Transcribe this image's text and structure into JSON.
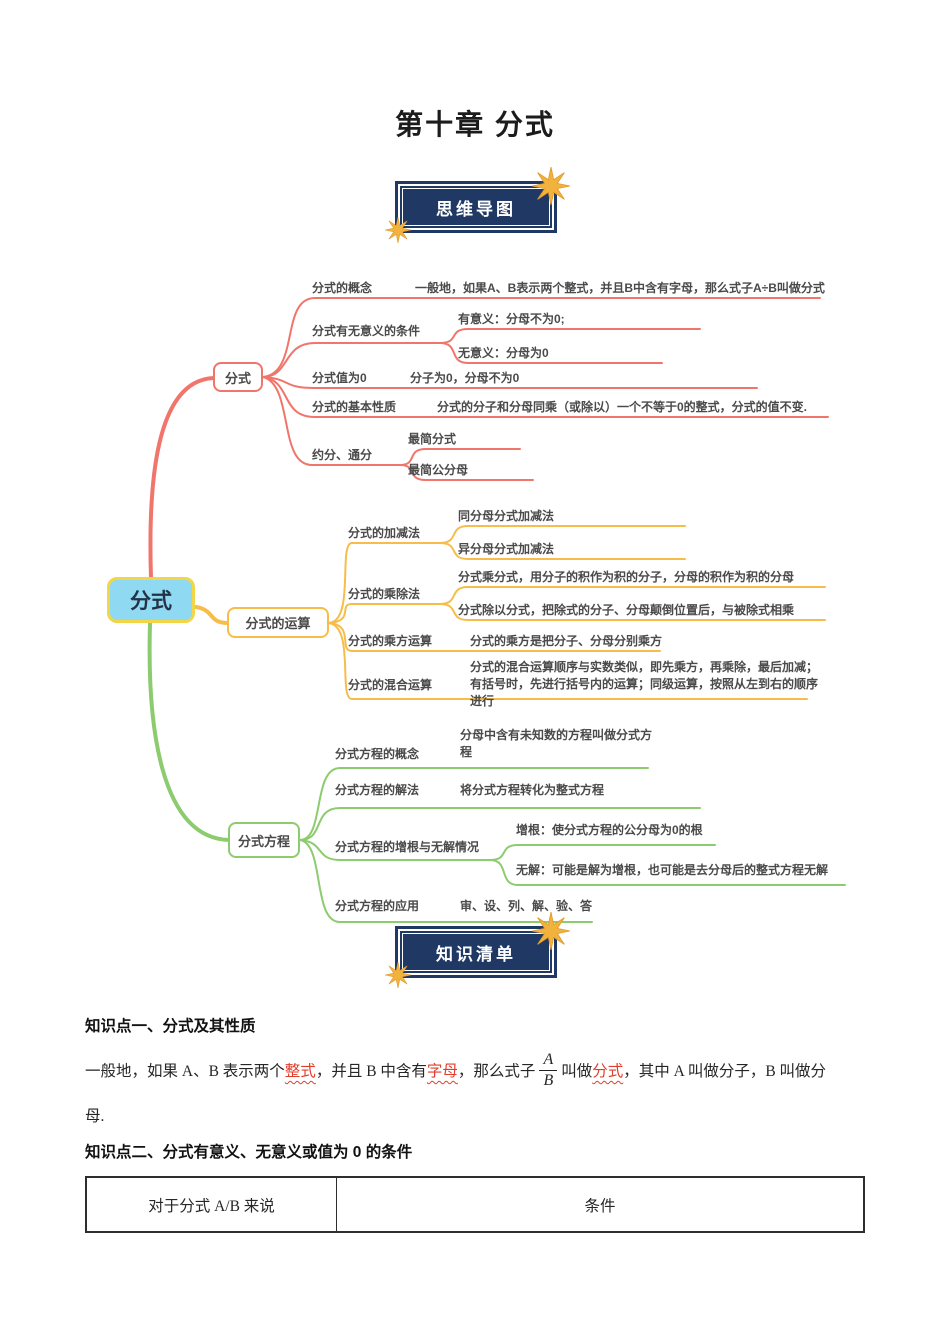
{
  "page": {
    "title": "第十章 分式"
  },
  "banners": {
    "mindmap": "思维导图",
    "knowledge": "知识清单"
  },
  "colors": {
    "navy": "#1F3864",
    "gold_star": "#F2B23E",
    "branch_red": "#F0756B",
    "branch_yellow": "#F6BD4B",
    "branch_green": "#8CCB6E",
    "center_fill": "#8FD9F2",
    "center_border": "#F2D648",
    "highlight_red": "#E03E2D"
  },
  "mindmap": {
    "center": "分式",
    "red": {
      "node": "分式",
      "concept_label": "分式的概念",
      "concept_desc": "一般地，如果A、B表示两个整式，并且B中含有字母，那么式子A÷B叫做分式",
      "meaning_label": "分式有无意义的条件",
      "meaning_valid": "有意义：分母不为0;",
      "meaning_invalid": "无意义：分母为0",
      "zero_label": "分式值为0",
      "zero_desc": "分子为0，分母不为0",
      "property_label": "分式的基本性质",
      "property_desc": "分式的分子和分母同乘（或除以）一个不等于0的整式，分式的值不变.",
      "reduce_label": "约分、通分",
      "simplest": "最简分式",
      "lcd": "最简公分母"
    },
    "yellow": {
      "node": "分式的运算",
      "addsub_label": "分式的加减法",
      "addsub_same": "同分母分式加减法",
      "addsub_diff": "异分母分式加减法",
      "muldiv_label": "分式的乘除法",
      "mul_desc": "分式乘分式，用分子的积作为积的分子，分母的积作为积的分母",
      "div_desc": "分式除以分式，把除式的分子、分母颠倒位置后，与被除式相乘",
      "power_label": "分式的乘方运算",
      "power_desc": "分式的乘方是把分子、分母分别乘方",
      "mixed_label": "分式的混合运算",
      "mixed_desc": "分式的混合运算顺序与实数类似，即先乘方，再乘除，最后加减；有括号时，先进行括号内的运算；同级运算，按照从左到右的顺序进行"
    },
    "green": {
      "node": "分式方程",
      "concept_label": "分式方程的概念",
      "concept_desc": "分母中含有未知数的方程叫做分式方程",
      "solve_label": "分式方程的解法",
      "solve_desc": "将分式方程转化为整式方程",
      "root_label": "分式方程的增根与无解情况",
      "extra_root": "增根：使分式方程的公分母为0的根",
      "no_solution": "无解：可能是解为增根，也可能是去分母后的整式方程无解",
      "apply_label": "分式方程的应用",
      "apply_desc": "审、设、列、解、验、答"
    }
  },
  "knowledge": {
    "kp1_title": "知识点一、分式及其性质",
    "para": {
      "seg1": "一般地，如果 A、B 表示两个",
      "term1": "整式",
      "seg2": "，并且 B 中含有",
      "term2": "字母",
      "seg3": "，那么式子",
      "frac_num": "A",
      "frac_den": "B",
      "seg4": "叫做",
      "term3": "分式",
      "seg5": "，其中 A 叫做分子，B 叫做分",
      "seg6": "母.",
      "kp2_title": ""
    },
    "kp2_title": "知识点二、分式有意义、无意义或值为 0 的条件",
    "table": {
      "left_header": "对于分式 A/B 来说",
      "right_header": "条件"
    }
  }
}
